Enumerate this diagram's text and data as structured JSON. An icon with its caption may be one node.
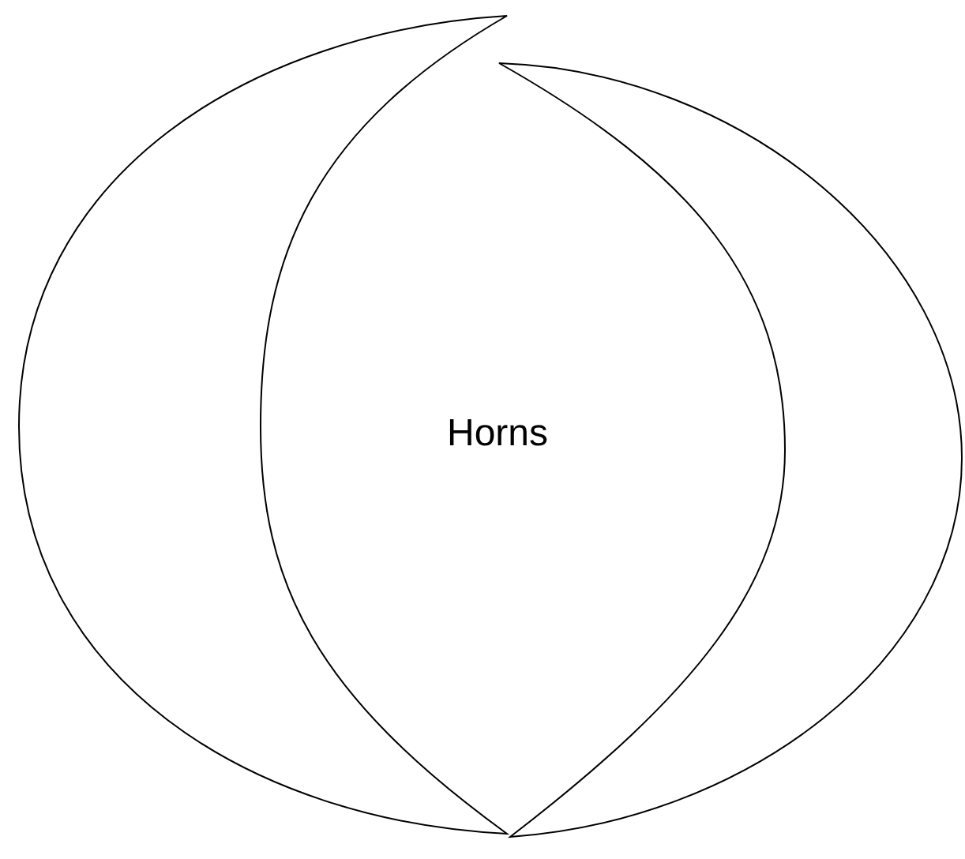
{
  "diagram": {
    "nodes": [
      {
        "text": [],
        "shape": "crescent"
      },
      {
        "text": [],
        "shape": "crescent"
      }
    ],
    "labels": [
      "Horns"
    ]
  }
}
